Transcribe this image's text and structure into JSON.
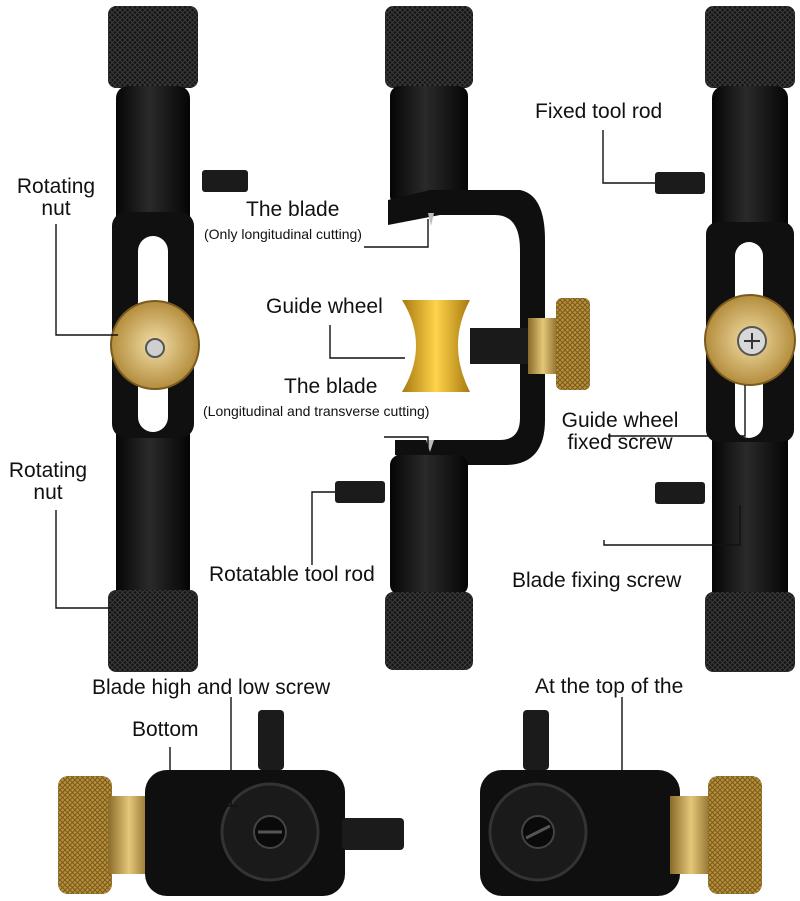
{
  "labels": {
    "rotating_nut_top": [
      "Rotating",
      "nut"
    ],
    "rotating_nut_bottom": [
      "Rotating",
      "nut"
    ],
    "blade_top": "The blade",
    "blade_top_note": "(Only longitudinal cutting)",
    "guide_wheel": "Guide wheel",
    "blade_bottom": "The blade",
    "blade_bottom_note": "(Longitudinal and transverse cutting)",
    "rotatable_tool_rod": "Rotatable tool rod",
    "fixed_tool_rod": "Fixed tool rod",
    "guide_wheel_fixed_screw": [
      "Guide wheel",
      "fixed screw"
    ],
    "blade_fixing_screw": "Blade fixing screw",
    "blade_high_low_screw": "Blade high and low screw",
    "bottom": "Bottom",
    "at_the_top": "At the top of the"
  },
  "colors": {
    "tool_black": "#141414",
    "brass": "#c9a24a",
    "gold": "#e6b422",
    "background": "#ffffff"
  }
}
